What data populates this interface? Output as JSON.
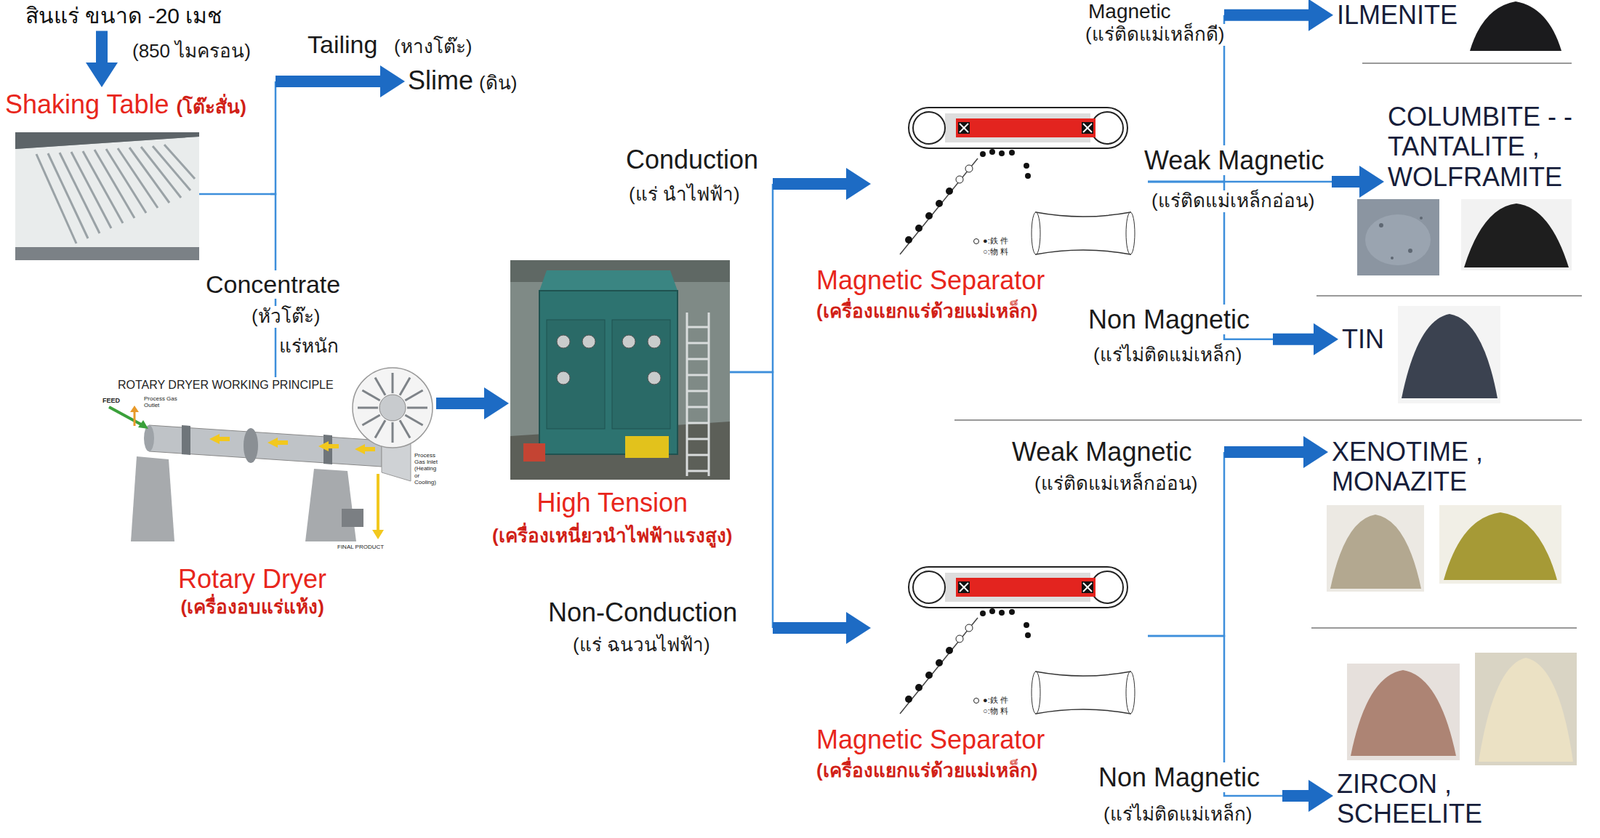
{
  "diagram": {
    "nodes": [
      {
        "text": [
          "สินแร่ ขนาด -20 เมช",
          "(850 ไมครอน)"
        ]
      },
      {
        "text": [
          "Shaking Table",
          "(โต๊ะสั่น)"
        ]
      },
      {
        "text": [
          "Slime",
          "(ดิน)"
        ]
      },
      {
        "text": [
          "Rotary Dryer",
          "(เครื่องอบแร่แห้ง)"
        ]
      },
      {
        "text": [
          "High Tension",
          "(เครื่องเหนี่ยวนำไฟฟ้าแรงสูง)"
        ]
      },
      {
        "text": [
          "Magnetic Separator",
          "(เครื่องแยกแร่ด้วยแม่เหล็ก)"
        ]
      },
      {
        "text": [
          "ILMENITE"
        ]
      },
      {
        "text": [
          "COLUMBITE - - TANTALITE , WOLFRAMITE"
        ]
      },
      {
        "text": [
          "TIN"
        ]
      },
      {
        "text": [
          "Magnetic Separator",
          "(เครื่องแยกแร่ด้วยแม่เหล็ก)"
        ]
      },
      {
        "text": [
          "XENOTIME , MONAZITE"
        ]
      },
      {
        "text": [
          "ZIRCON , SCHEELITE"
        ]
      }
    ],
    "edges": [
      {
        "from": 0,
        "to": 1,
        "arrow": "to"
      },
      {
        "from": 1,
        "to": 2,
        "label": "Tailing",
        "arrow": "to"
      },
      {
        "from": 1,
        "to": 3,
        "label": "Concentrate",
        "arrow": "none"
      },
      {
        "from": 3,
        "to": 4,
        "arrow": "to"
      },
      {
        "from": 4,
        "to": 5,
        "label": "Conduction",
        "arrow": "to"
      },
      {
        "from": 4,
        "to": 9,
        "label": "Non-Conduction",
        "arrow": "to"
      },
      {
        "from": 5,
        "to": 6,
        "label": "Magnetic",
        "arrow": "to"
      },
      {
        "from": 5,
        "to": 7,
        "label": "Weak Magnetic",
        "arrow": "to"
      },
      {
        "from": 5,
        "to": 8,
        "label": "Non Magnetic",
        "arrow": "to"
      },
      {
        "from": 9,
        "to": 10,
        "label": "Weak Magnetic",
        "arrow": "to"
      },
      {
        "from": 9,
        "to": 11,
        "label": "Non Magnetic",
        "arrow": "to"
      }
    ],
    "labels": [
      "(หางโต๊ะ)",
      "(หัวโต๊ะ)",
      "แร่หนัก",
      "ROTARY DRYER WORKING PRINCIPLE",
      "FEED",
      "Process Gas Outlet",
      "Process Gas Inlet (Heating or Cooling)",
      "FINAL PRODUCT",
      "(แร่ นำไฟฟ้า)",
      "(แร่ ฉนวนไฟฟ้า)",
      "●:鉄 件",
      "○:物 料",
      "(แร่ติดแม่เหล็กดี)",
      "(แร่ติดแม่เหล็กอ่อน)",
      "(แร่ไม่ติดแม่เหล็ก)",
      "●:鉄 件",
      "○:物 料",
      "(แร่ติดแม่เหล็กอ่อน)",
      "(แร่ไม่ติดแม่เหล็ก)"
    ]
  }
}
